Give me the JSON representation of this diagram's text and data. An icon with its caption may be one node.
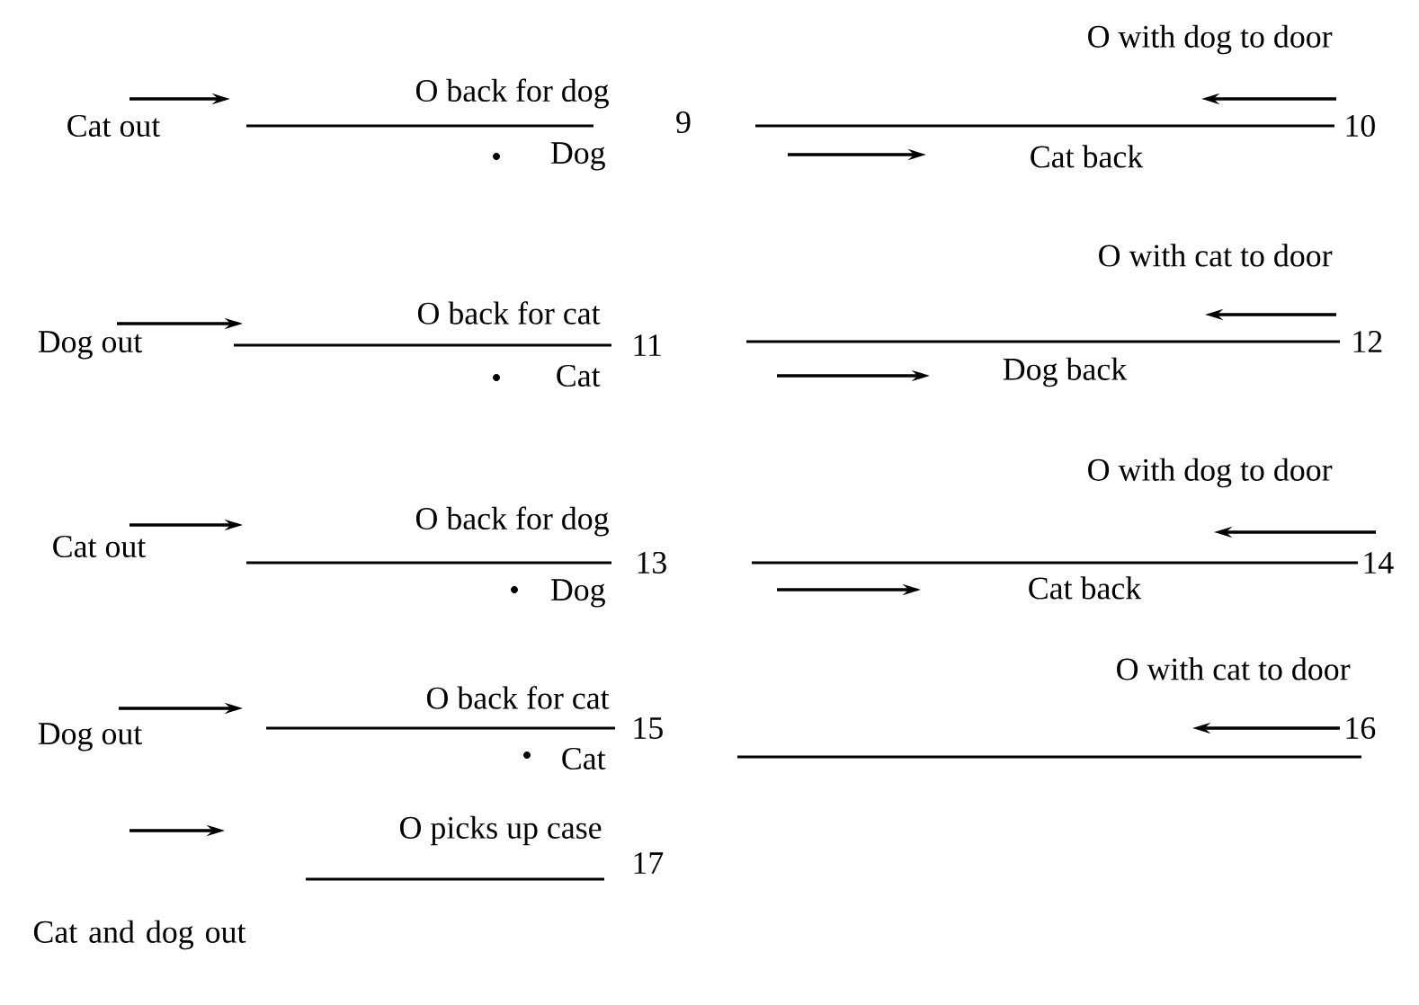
{
  "diagram": {
    "labels": [
      "Cat out",
      "O back for dog",
      "Dog",
      "9",
      "O with dog to door",
      "10",
      "Cat back",
      "Dog out",
      "O back for cat",
      "Cat",
      "11",
      "O with cat to door",
      "12",
      "Dog back",
      "O with dog to door",
      "Cat out",
      "O back for dog",
      "Dog",
      "13",
      "14",
      "Cat back",
      "O with cat to door",
      "Dog out",
      "O back for cat",
      "Cat",
      "15",
      "16",
      "O picks up case",
      "17",
      "Cat and dog out"
    ]
  }
}
